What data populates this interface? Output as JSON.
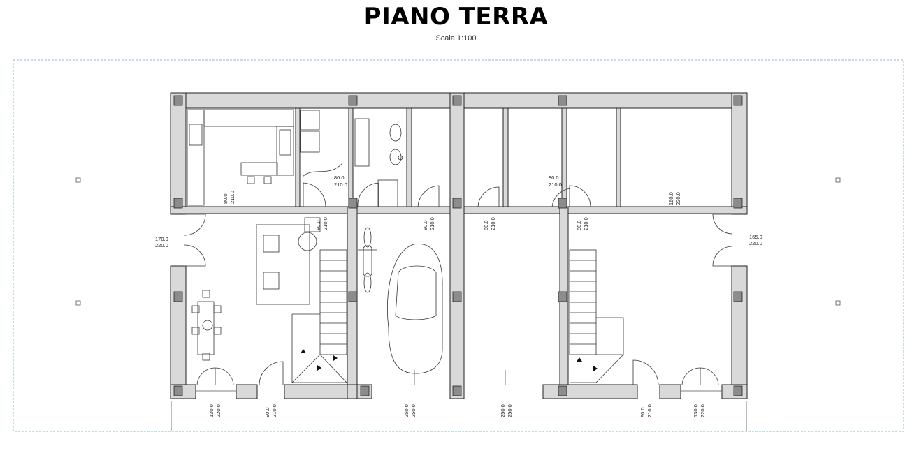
{
  "header": {
    "title": "PIANO TERRA",
    "scale": "Scala 1:100"
  },
  "colors": {
    "wall": "#d9d9d9",
    "line": "#222222",
    "column": "#8c8c8c",
    "border": "#8fb7c9"
  },
  "dimensions": {
    "entry_left": [
      "170.0",
      "220.0"
    ],
    "entry_right": [
      "165.0",
      "220.0"
    ],
    "kitchen_door": [
      "80.0",
      "210.0"
    ],
    "bath_door": [
      "80.0",
      "210.0"
    ],
    "stair_door_left": [
      "80.0",
      "210.0"
    ],
    "garage_door_1": [
      "80.0",
      "210.0"
    ],
    "garage_door_2": [
      "80.0",
      "210.0"
    ],
    "store_door": [
      "80.0",
      "210.0"
    ],
    "stair_door_right": [
      "80.0",
      "210.0"
    ],
    "utility_door": [
      "160.0",
      "220.0"
    ],
    "bottom_window_left": [
      "130.0",
      "220.0"
    ],
    "bottom_door_left": [
      "90.0",
      "210.0"
    ],
    "garage_gate_1": [
      "250.0",
      "250.0"
    ],
    "garage_gate_2": [
      "250.0",
      "250.0"
    ],
    "bottom_door_right": [
      "90.0",
      "210.0"
    ],
    "bottom_window_right": [
      "130.0",
      "220.0"
    ]
  }
}
